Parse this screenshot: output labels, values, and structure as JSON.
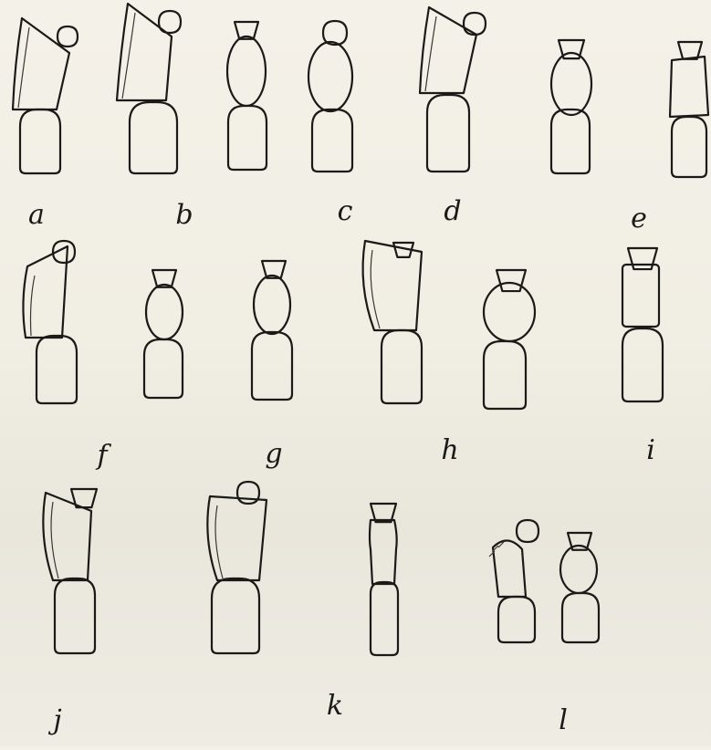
{
  "plate": {
    "labels": [
      "a",
      "b",
      "c",
      "d",
      "e",
      "f",
      "g",
      "h",
      "i",
      "j",
      "k",
      "l"
    ]
  },
  "colors": {
    "paper": "#f2efe6",
    "ink": "#1c1a18"
  }
}
